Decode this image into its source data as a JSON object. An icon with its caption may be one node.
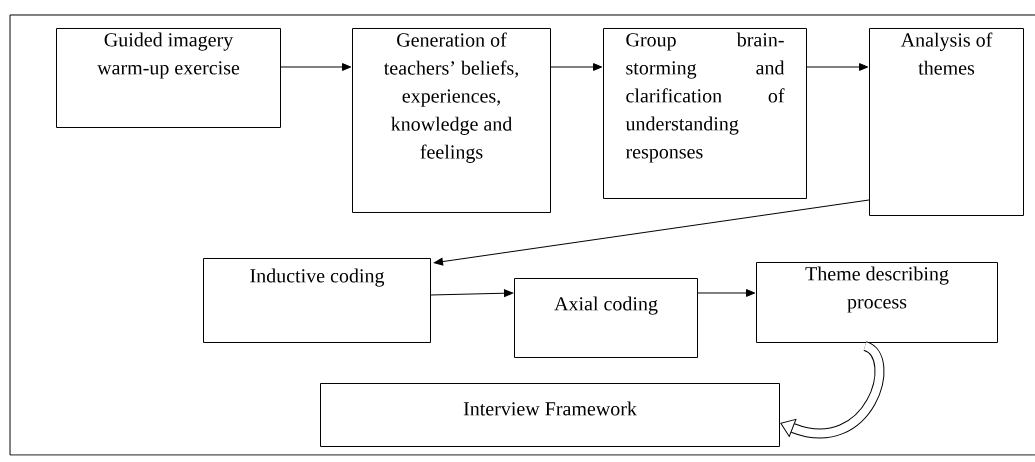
{
  "diagram": {
    "nodes": [
      {
        "text": [
          "Guided imagery warm-up exercise"
        ]
      },
      {
        "text": [
          "Generation of teachers’ beliefs, experiences, knowledge and feelings"
        ]
      },
      {
        "text": [
          "Group brain-storming and clarification of understanding responses"
        ]
      },
      {
        "text": [
          "Analysis of themes"
        ]
      },
      {
        "text": [
          "Inductive coding"
        ]
      },
      {
        "text": [
          "Axial coding"
        ]
      },
      {
        "text": [
          "Theme describing process"
        ]
      },
      {
        "text": [
          "Interview Framework"
        ]
      }
    ],
    "edges": [
      {
        "from": 0,
        "to": 1,
        "arrow": "to"
      },
      {
        "from": 1,
        "to": 2,
        "arrow": "to"
      },
      {
        "from": 2,
        "to": 3,
        "arrow": "to"
      },
      {
        "from": 3,
        "to": 4,
        "arrow": "to"
      },
      {
        "from": 4,
        "to": 5,
        "arrow": "to"
      },
      {
        "from": 5,
        "to": 6,
        "arrow": "to"
      },
      {
        "from": 6,
        "to": 7,
        "arrow": "to",
        "style": "thick"
      }
    ]
  }
}
